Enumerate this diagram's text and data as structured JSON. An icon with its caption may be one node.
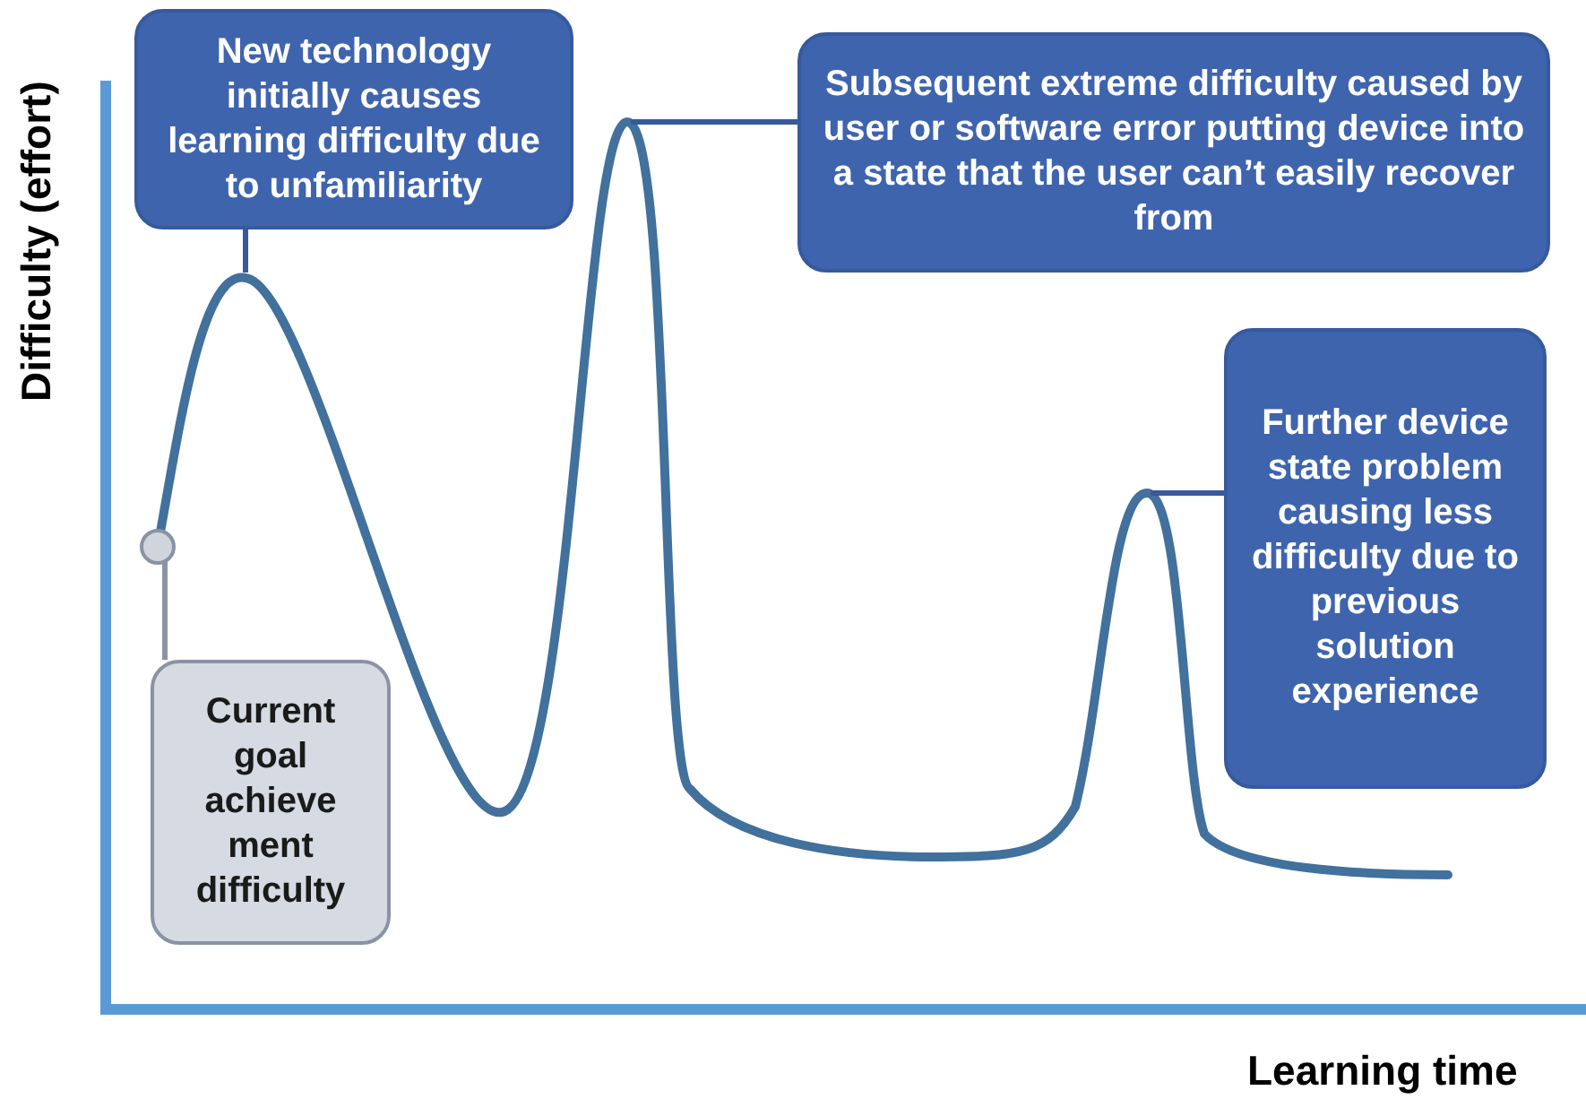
{
  "diagram": {
    "nodes": [
      {
        "text": [
          "New technology initially causes learning difficulty due to unfamiliarity"
        ]
      },
      {
        "text": [
          "Subsequent extreme difficulty caused by user or software error putting device into a state that the user can’t easily recover from"
        ]
      },
      {
        "text": [
          "Further device state problem causing less difficulty due to previous solution experience"
        ]
      },
      {
        "text": [],
        "shape": "circle"
      },
      {
        "text": [
          "Current goal achieve ment difficulty"
        ]
      }
    ],
    "edges": [
      {
        "from": 0,
        "to": null,
        "arrow": "none"
      },
      {
        "from": 1,
        "to": null,
        "arrow": "none"
      },
      {
        "from": 2,
        "to": null,
        "arrow": "none"
      },
      {
        "from": 4,
        "to": 3,
        "arrow": "none"
      }
    ],
    "labels": [
      "Difficulty (effort)",
      "Learning time"
    ]
  }
}
